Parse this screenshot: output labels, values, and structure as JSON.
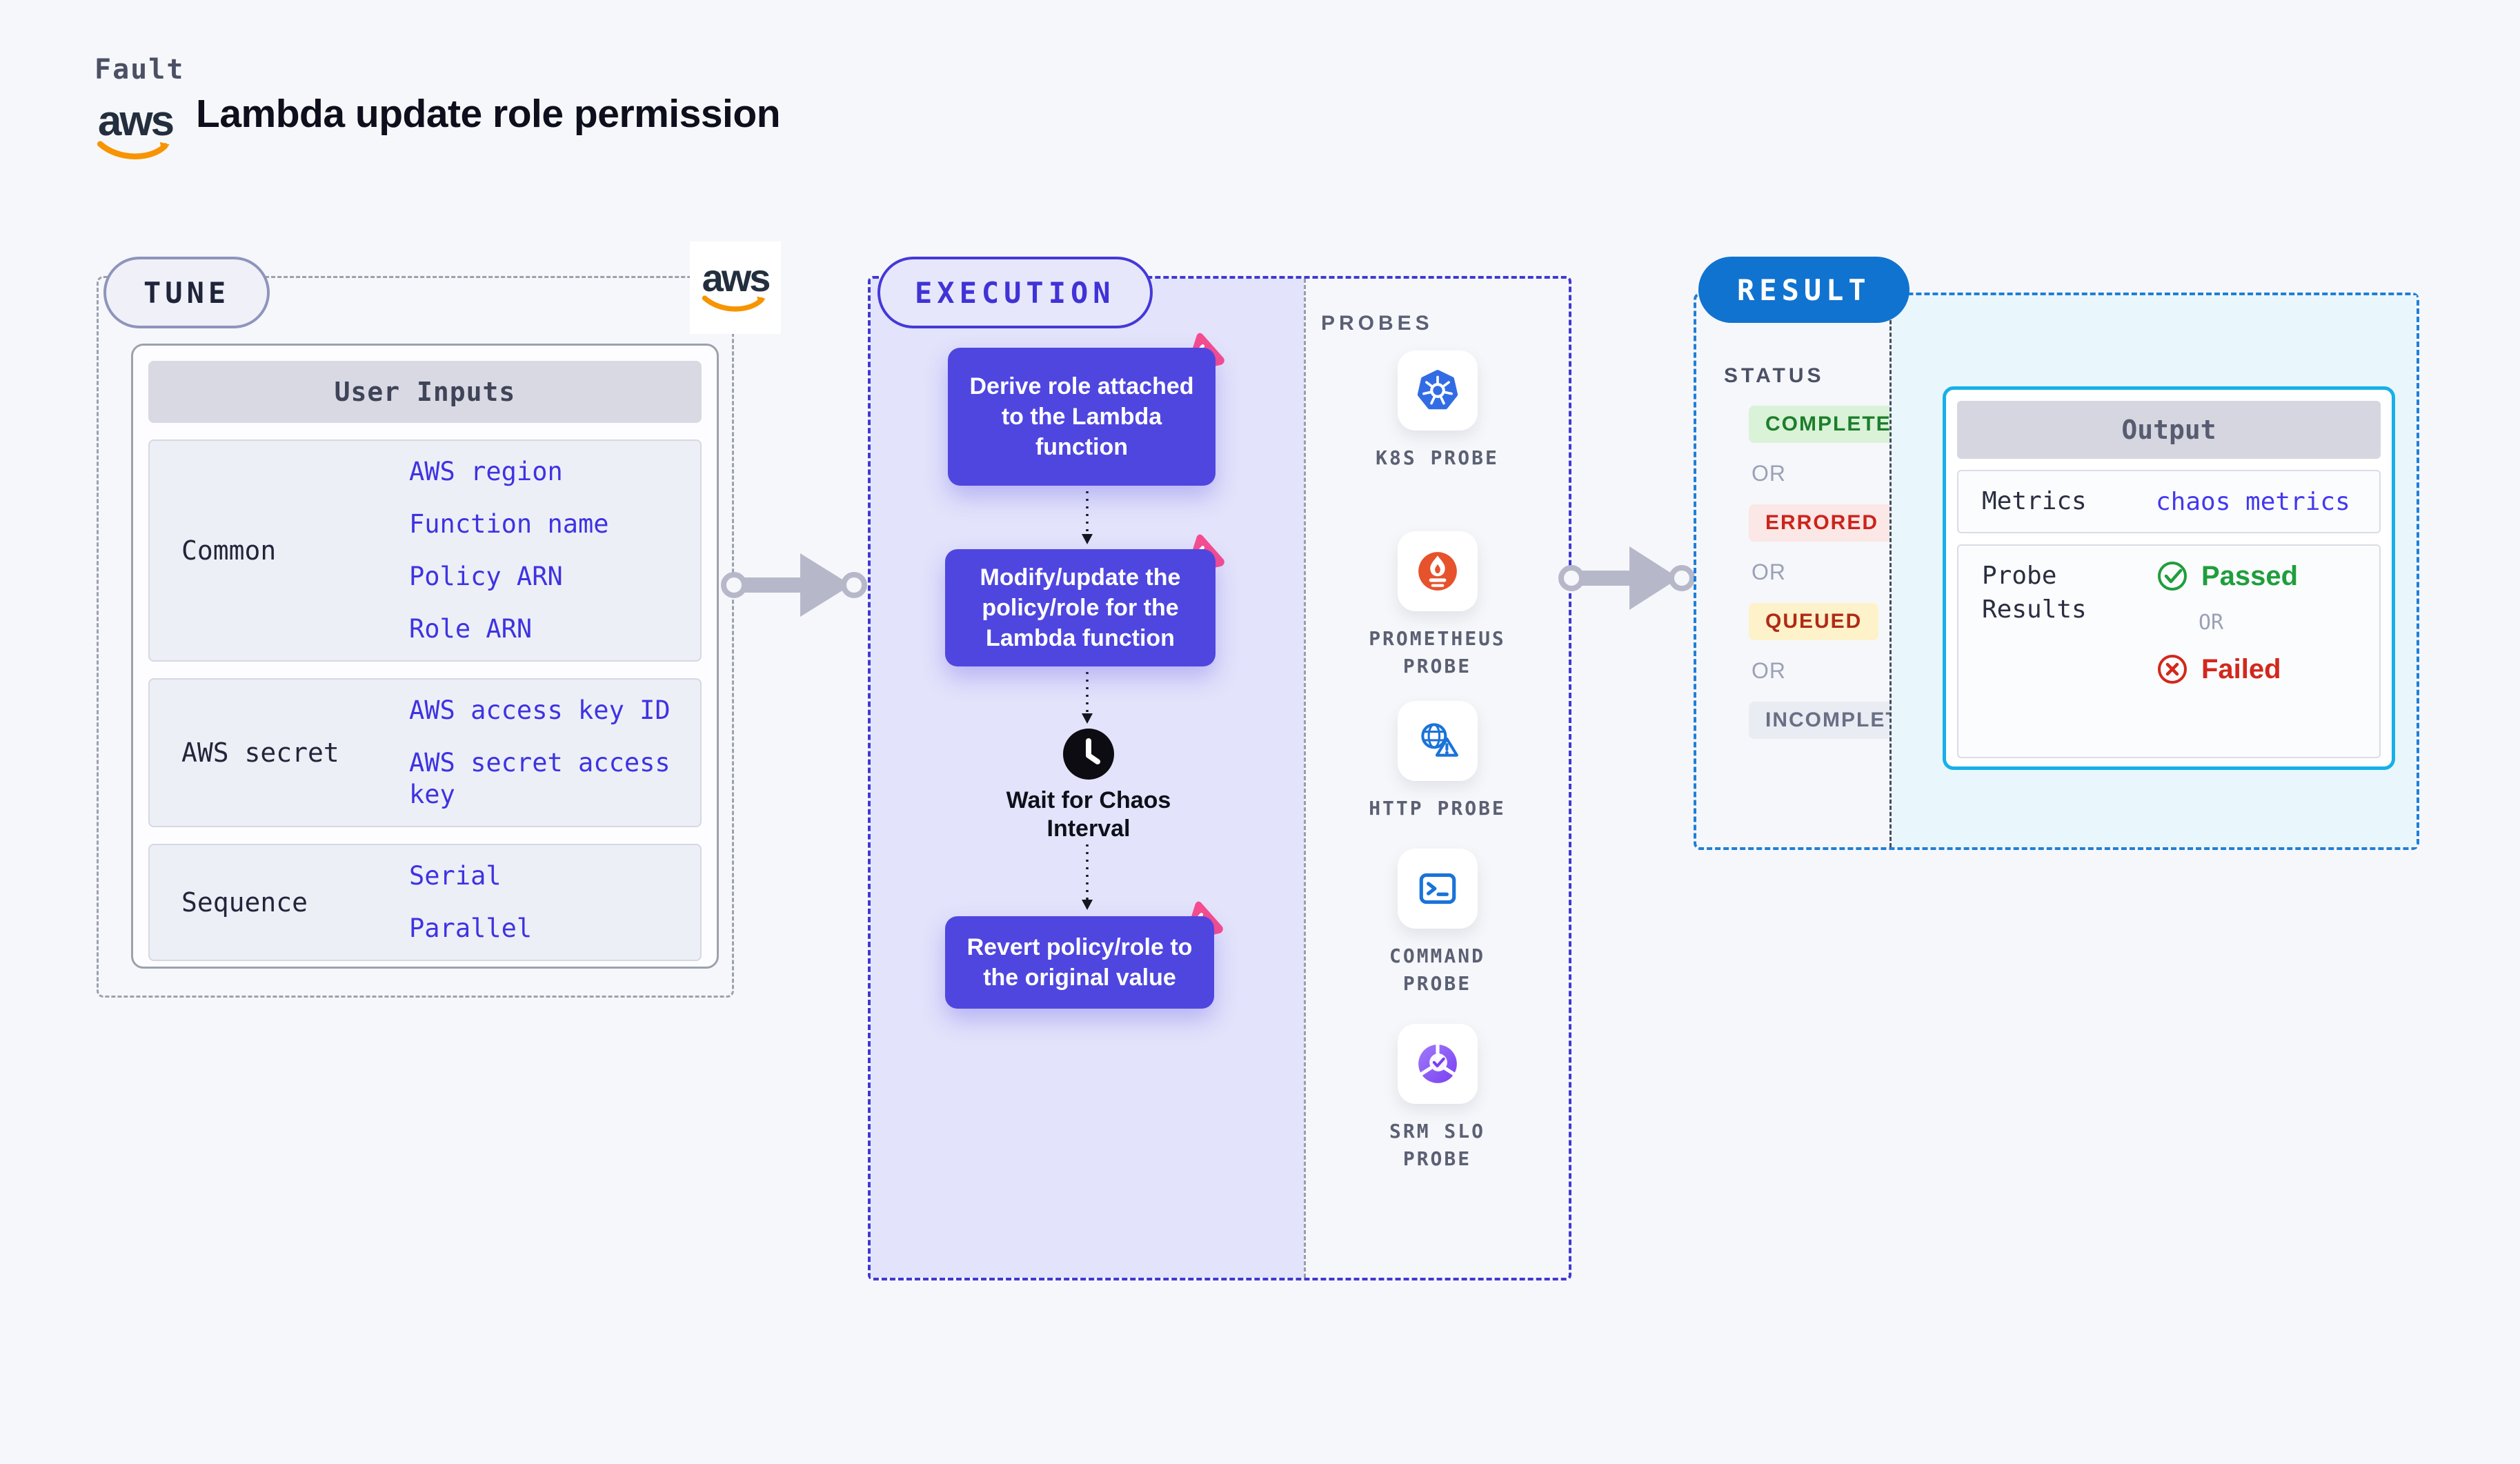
{
  "header": {
    "kicker": "Fault",
    "title": "Lambda update role permission",
    "aws_wordmark": "aws"
  },
  "tune": {
    "badge": "TUNE",
    "user_inputs": {
      "title": "User Inputs",
      "rows": [
        {
          "label": "Common",
          "links": [
            "AWS region",
            "Function name",
            "Policy ARN",
            "Role ARN"
          ]
        },
        {
          "label": "AWS secret",
          "links": [
            "AWS access key ID",
            "AWS secret access\nkey"
          ]
        },
        {
          "label": "Sequence",
          "links": [
            "Serial",
            "Parallel"
          ]
        }
      ]
    }
  },
  "execution": {
    "badge": "EXECUTION",
    "steps": [
      "Derive role attached\nto the Lambda\nfunction",
      "Modify/update the\npolicy/role for the\nLambda function",
      "Revert policy/role to\nthe original value"
    ],
    "wait_label": "Wait for Chaos\nInterval"
  },
  "probes": {
    "title": "PROBES",
    "items": [
      {
        "label": "K8S PROBE",
        "icon": "kubernetes-icon"
      },
      {
        "label": "PROMETHEUS\nPROBE",
        "icon": "prometheus-icon"
      },
      {
        "label": "HTTP PROBE",
        "icon": "http-globe-warning-icon"
      },
      {
        "label": "COMMAND\nPROBE",
        "icon": "terminal-icon"
      },
      {
        "label": "SRM SLO\nPROBE",
        "icon": "slo-donut-check-icon"
      }
    ]
  },
  "result": {
    "badge": "RESULT",
    "status_title": "STATUS",
    "or_label": "OR",
    "statuses": [
      {
        "label": "COMPLETED",
        "fg": "#1C7E2B",
        "bg": "#DAF2D8"
      },
      {
        "label": "ERRORED",
        "fg": "#CB241C",
        "bg": "#FBE7E6"
      },
      {
        "label": "QUEUED",
        "fg": "#B02B16",
        "bg": "#FDF2CA"
      },
      {
        "label": "INCOMPLETED",
        "fg": "#696F85",
        "bg": "#EAECF4"
      }
    ],
    "output": {
      "title": "Output",
      "metrics_label": "Metrics",
      "metrics_value": "chaos metrics",
      "probe_results_label": "Probe Results",
      "passed_label": "Passed",
      "or_label": "OR",
      "failed_label": "Failed"
    }
  },
  "colors": {
    "page_bg": "#F6F7FA",
    "exec_panel_bg": "#E3E3FB",
    "exec_accent": "#4238D3",
    "step_bg": "#4F46E0",
    "chaos_pink": "#F64D8F",
    "link_blue": "#3E33E2",
    "result_blue": "#1173D0",
    "result_dash": "#1E7FD9",
    "output_border_cyan": "#17B0E8",
    "output_bg_cyan": "#E9F7FD",
    "aws_orange": "#F79400",
    "kubernetes_blue": "#326CE5",
    "prometheus_orange": "#E6522C",
    "probe_icon_blue": "#1A73D9",
    "slo_purple": "#7A3FF2",
    "passed_green": "#1F9E3C",
    "failed_red": "#D2281C"
  }
}
